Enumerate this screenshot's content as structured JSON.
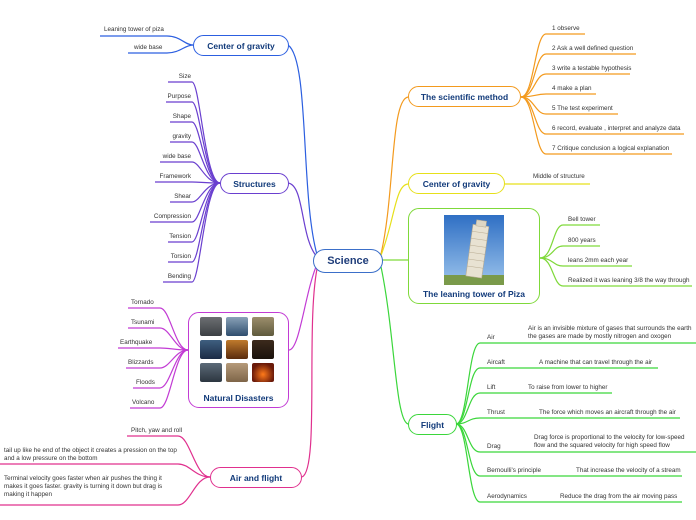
{
  "center": "Science",
  "branches": {
    "cog_left": {
      "label": "Center of gravity",
      "items": [
        "Leaning tower of piza",
        "wide base"
      ]
    },
    "structures": {
      "label": "Structures",
      "items": [
        "Size",
        "Purpose",
        "Shape",
        "gravity",
        "wide base",
        "Framework",
        "Shear",
        "Compression",
        "Tension",
        "Torsion",
        "Bending"
      ]
    },
    "disasters": {
      "label": "Natural Disasters",
      "items": [
        "Tornado",
        "Tsunami",
        "Earthquake",
        "Blizzards",
        "Floods",
        "Volcano"
      ]
    },
    "airflight": {
      "label": "Air and flight",
      "items": [
        "Pitch, yaw and roll",
        "tail up like he end of the object it creates a pression on the top and a low pressure on the bottom",
        "Terminal velocity goes faster when air pushes the thing it makes it goes faster. gravity is turning it down but drag is making it happen"
      ]
    },
    "method": {
      "label": "The scientific method",
      "items": [
        "1 observe",
        "2 Ask a well defined question",
        "3 write a testable hypothesis",
        "4 make a plan",
        "5 The test experiment",
        "6 record, evaluate , interpret and analyze data",
        "7 Critique conclusion a logical explanation"
      ]
    },
    "cog_right": {
      "label": "Center of gravity",
      "items": [
        "Middle  of  structure"
      ]
    },
    "pisa": {
      "label": "The leaning tower of Piza",
      "items": [
        "Bell tower",
        "800 years",
        "leans 2mm each year",
        "Realized it was leaning 3/8  the way through"
      ]
    },
    "flight": {
      "label": "Flight",
      "terms": [
        {
          "term": "Air",
          "def": "Air is an invisible mixture of gases that surrounds the earth the gases are made by mostly nitrogen and oxogen"
        },
        {
          "term": "Aircaft",
          "def": "A machine that can travel through the air"
        },
        {
          "term": "Lift",
          "def": "To raise from lower to higher"
        },
        {
          "term": "Thrust",
          "def": "The force which moves an aircraft through the air"
        },
        {
          "term": "Drag",
          "def": "Drag force is proportional to the velocity for low-speed flow and the squared velocity for high speed flow"
        },
        {
          "term": "Bernoulli's principle",
          "def": "That increase the velocity of a stream"
        },
        {
          "term": "Aerodynamics",
          "def": "Reduce the drag from the air moving pass"
        }
      ]
    }
  },
  "colors": {
    "cog_left": "#2c5fe0",
    "structures": "#6a3fcf",
    "disasters": "#c23bd4",
    "airflight": "#e0308e",
    "method": "#f39a1e",
    "cog_right": "#e6e01a",
    "pisa": "#7fd93a",
    "flight": "#3bd63b",
    "center": "#3b6fc9"
  },
  "icons": {
    "pisa": "leaning-tower-photo",
    "disasters": [
      "tornado-photo",
      "tsunami-photo",
      "earthquake-photo",
      "blizzard-photo",
      "flood-photo",
      "fire-photo",
      "volcano-photo",
      "dry-earth-photo",
      "eruption-photo"
    ]
  }
}
